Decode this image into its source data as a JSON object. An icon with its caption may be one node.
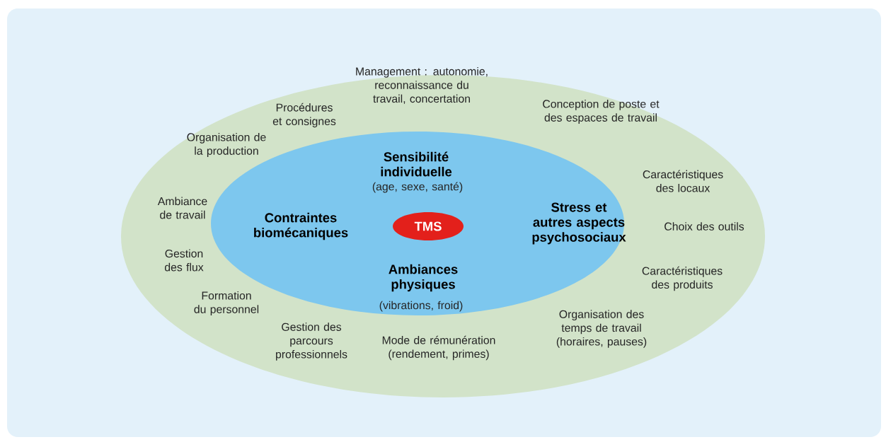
{
  "diagram": {
    "nodes": [
      {
        "text": [
          "Management : autonomie, reconnaissance du travail, concertation",
          "Conception de poste et des espaces de travail",
          "Procédures et consignes",
          "Organisation de la production",
          "Caractéristiques des locaux",
          "Ambiance de travail",
          "Choix des outils",
          "Gestion des flux",
          "Caractéristiques des produits",
          "Formation du personnel",
          "Organisation des temps de travail (horaires, pauses)",
          "Gestion des parcours professionnels",
          "Mode de rémunération (rendement, primes)"
        ]
      },
      {
        "text": [
          "Sensibilité individuelle",
          "(age, sexe, santé)",
          "Contraintes biomécaniques",
          "Stress et autres aspects psychosociaux",
          "Ambiances physiques",
          "(vibrations, froid)"
        ],
        "in": 0
      },
      {
        "text": [
          "TMS"
        ],
        "in": 1
      }
    ]
  }
}
